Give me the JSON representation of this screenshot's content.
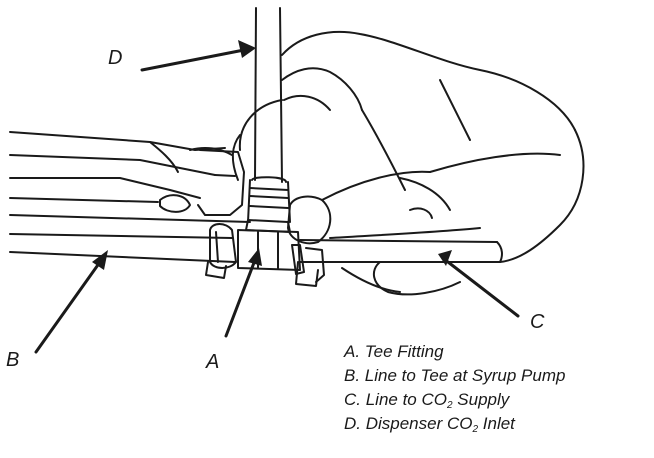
{
  "callouts": {
    "a": "A",
    "b": "B",
    "c": "C",
    "d": "D"
  },
  "legend": {
    "a": "A. Tee Fitting",
    "b": "B. Line to Tee at Syrup Pump",
    "c_prefix": "C. Line to CO",
    "c_sub": "2",
    "c_suffix": " Supply",
    "d_prefix": "D. Dispenser CO",
    "d_sub": "2",
    "d_suffix": " Inlet"
  },
  "colors": {
    "ink": "#1a1a1a",
    "background": "#ffffff"
  }
}
